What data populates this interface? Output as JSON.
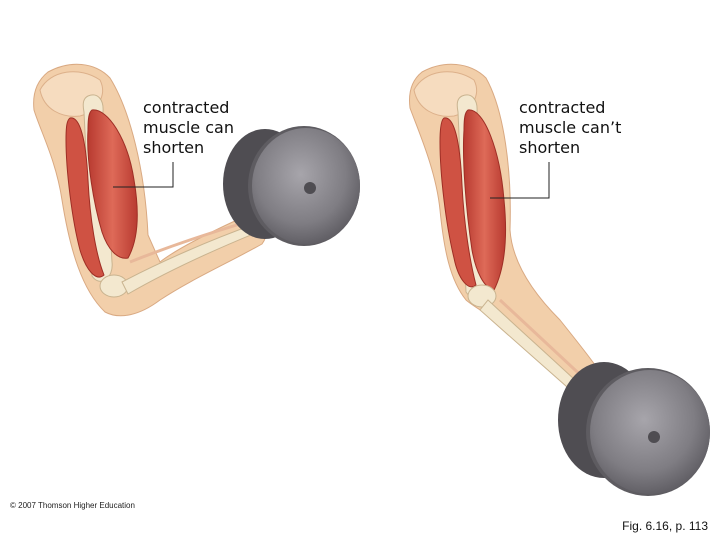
{
  "figure": {
    "left_panel": {
      "label_lines": [
        "contracted",
        "muscle can",
        "shorten"
      ]
    },
    "right_panel": {
      "label_lines": [
        "contracted",
        "muscle can’t",
        "shorten"
      ]
    },
    "copyright": "© 2007 Thomson Higher Education",
    "figure_ref": "Fig. 6.16, p. 113"
  },
  "colors": {
    "skin": "#f2cfaa",
    "skin_shadow": "#e2b48c",
    "muscle": "#d4574a",
    "muscle_dark": "#b8392f",
    "bone": "#f3e8cf",
    "weight": "#7d7b80",
    "weight_dark": "#4f4d52",
    "weight_light": "#9c9aa0"
  },
  "icons": [
    "left-arm-flexed-illustration",
    "right-arm-extended-illustration",
    "dumbbell-weight-icon"
  ]
}
